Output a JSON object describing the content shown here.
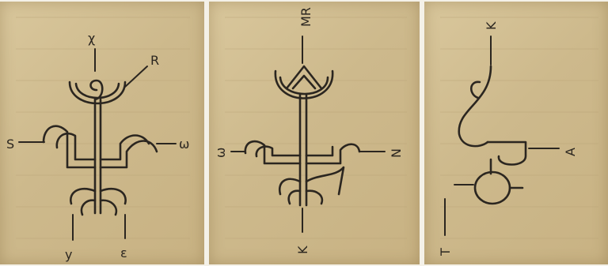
{
  "panels": [
    {
      "labels": {
        "top": "χ",
        "upper_right": "R",
        "left": "S",
        "right": "ω",
        "bottom_left": "y",
        "bottom_right": "ε"
      }
    },
    {
      "labels": {
        "top": "MR",
        "left": "ω",
        "right": "N",
        "bottom": "K"
      }
    },
    {
      "labels": {
        "top": "K",
        "right": "A",
        "bottom": "T"
      }
    }
  ],
  "colors": {
    "ink": "#2b2620",
    "paper": "#d9c79c"
  }
}
